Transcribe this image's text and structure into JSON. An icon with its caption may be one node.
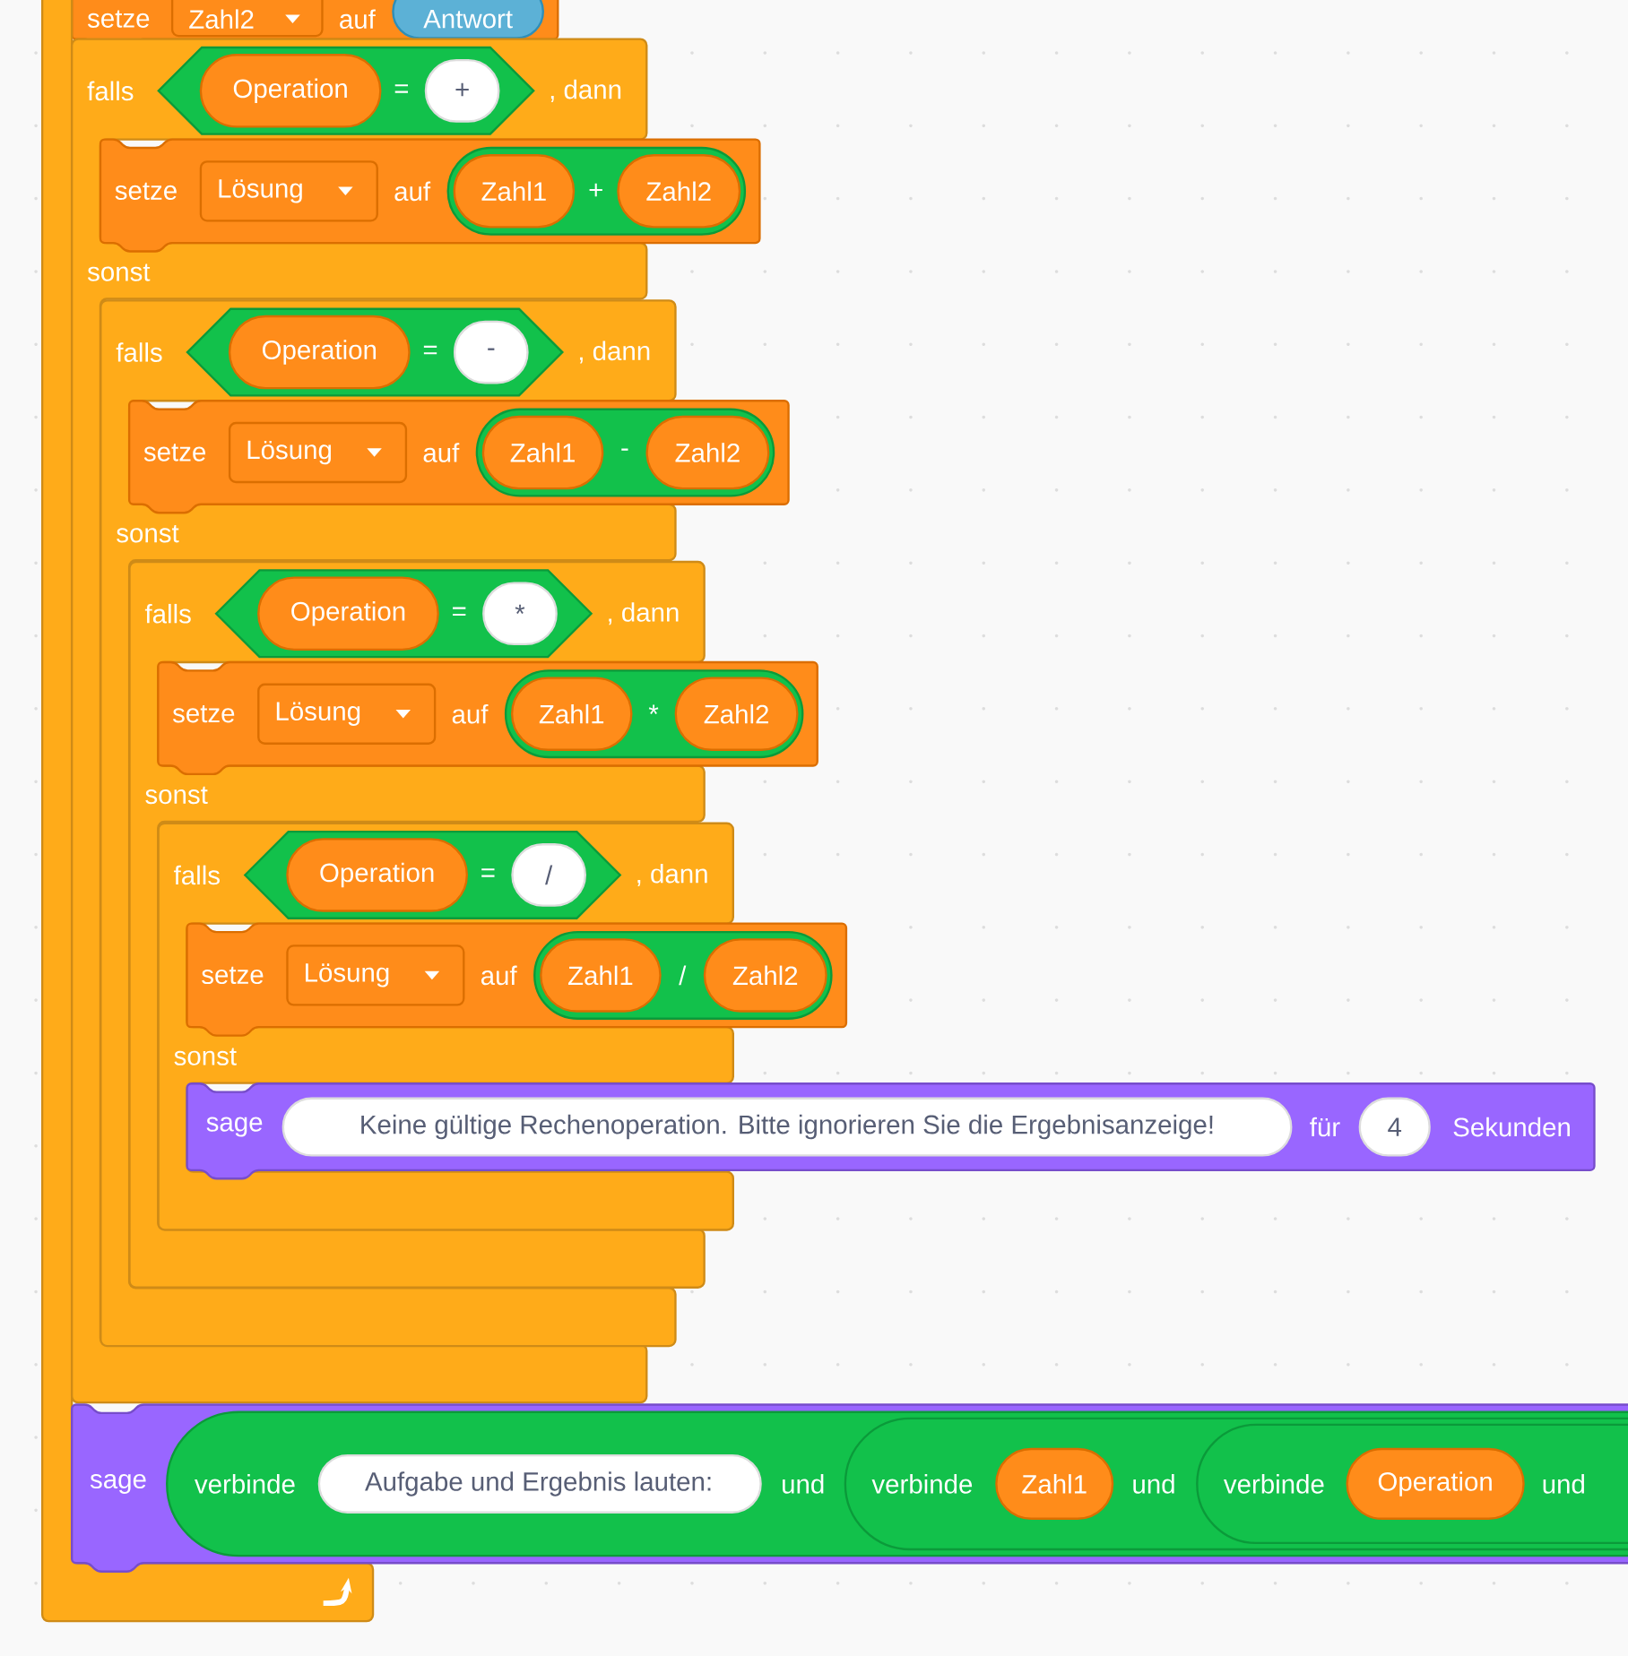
{
  "diagram": {
    "nodes": [
      {
        "text": [
          "setze",
          "auf"
        ]
      },
      {
        "text": [
          "Zahl2"
        ],
        "in": 0
      },
      {
        "text": [
          "Antwort"
        ],
        "in": 0
      },
      {
        "text": [],
        "shape": "box"
      },
      {
        "text": [
          "falls",
          ", dann",
          "sonst"
        ]
      },
      {
        "text": [
          "="
        ],
        "in": 4
      },
      {
        "text": [
          "Operation"
        ],
        "in": 5
      },
      {
        "text": [
          "+"
        ],
        "in": 5
      },
      {
        "text": [
          "setze",
          "auf"
        ]
      },
      {
        "text": [
          "Lösung"
        ],
        "in": 8
      },
      {
        "text": [
          "+"
        ],
        "in": 8
      },
      {
        "text": [
          "Zahl1"
        ],
        "in": 10
      },
      {
        "text": [
          "Zahl2"
        ],
        "in": 10
      },
      {
        "text": [
          "falls",
          ", dann",
          "sonst"
        ]
      },
      {
        "text": [
          "="
        ],
        "in": 13
      },
      {
        "text": [
          "Operation"
        ],
        "in": 14
      },
      {
        "text": [
          "-"
        ],
        "in": 14
      },
      {
        "text": [
          "setze",
          "auf"
        ]
      },
      {
        "text": [
          "Lösung"
        ],
        "in": 17
      },
      {
        "text": [
          "-"
        ],
        "in": 17
      },
      {
        "text": [
          "Zahl1"
        ],
        "in": 19
      },
      {
        "text": [
          "Zahl2"
        ],
        "in": 19
      },
      {
        "text": [
          "falls",
          ", dann",
          "sonst"
        ]
      },
      {
        "text": [
          "="
        ],
        "in": 22
      },
      {
        "text": [
          "Operation"
        ],
        "in": 23
      },
      {
        "text": [
          "*"
        ],
        "in": 23
      },
      {
        "text": [
          "setze",
          "auf"
        ]
      },
      {
        "text": [
          "Lösung"
        ],
        "in": 26
      },
      {
        "text": [
          "*"
        ],
        "in": 26
      },
      {
        "text": [
          "Zahl1"
        ],
        "in": 28
      },
      {
        "text": [
          "Zahl2"
        ],
        "in": 28
      },
      {
        "text": [
          "falls",
          ", dann",
          "sonst"
        ]
      },
      {
        "text": [
          "="
        ],
        "in": 31
      },
      {
        "text": [
          "Operation"
        ],
        "in": 32
      },
      {
        "text": [
          "/"
        ],
        "in": 32
      },
      {
        "text": [
          "setze",
          "auf"
        ]
      },
      {
        "text": [
          "Lösung"
        ],
        "in": 35
      },
      {
        "text": [
          "/"
        ],
        "in": 35
      },
      {
        "text": [
          "Zahl1"
        ],
        "in": 37
      },
      {
        "text": [
          "Zahl2"
        ],
        "in": 37
      },
      {
        "text": [
          "sage",
          "für",
          "Sekunden"
        ]
      },
      {
        "text": [
          "Keine gültige Rechenoperation. Bitte ignorieren Sie die Ergebnisanzeige!"
        ],
        "in": 40
      },
      {
        "text": [
          "4"
        ],
        "in": 40
      },
      {
        "text": [
          "sage"
        ]
      },
      {
        "text": [
          "verbinde",
          "und"
        ],
        "in": 43
      },
      {
        "text": [
          "Aufgabe und Ergebnis lauten:"
        ],
        "in": 44
      },
      {
        "text": [
          "verbinde",
          "und"
        ],
        "in": 44
      },
      {
        "text": [
          "Zahl1"
        ],
        "in": 46
      },
      {
        "text": [
          "verbinde",
          "und"
        ],
        "in": 46
      },
      {
        "text": [
          "Operation"
        ],
        "in": 48
      }
    ]
  }
}
